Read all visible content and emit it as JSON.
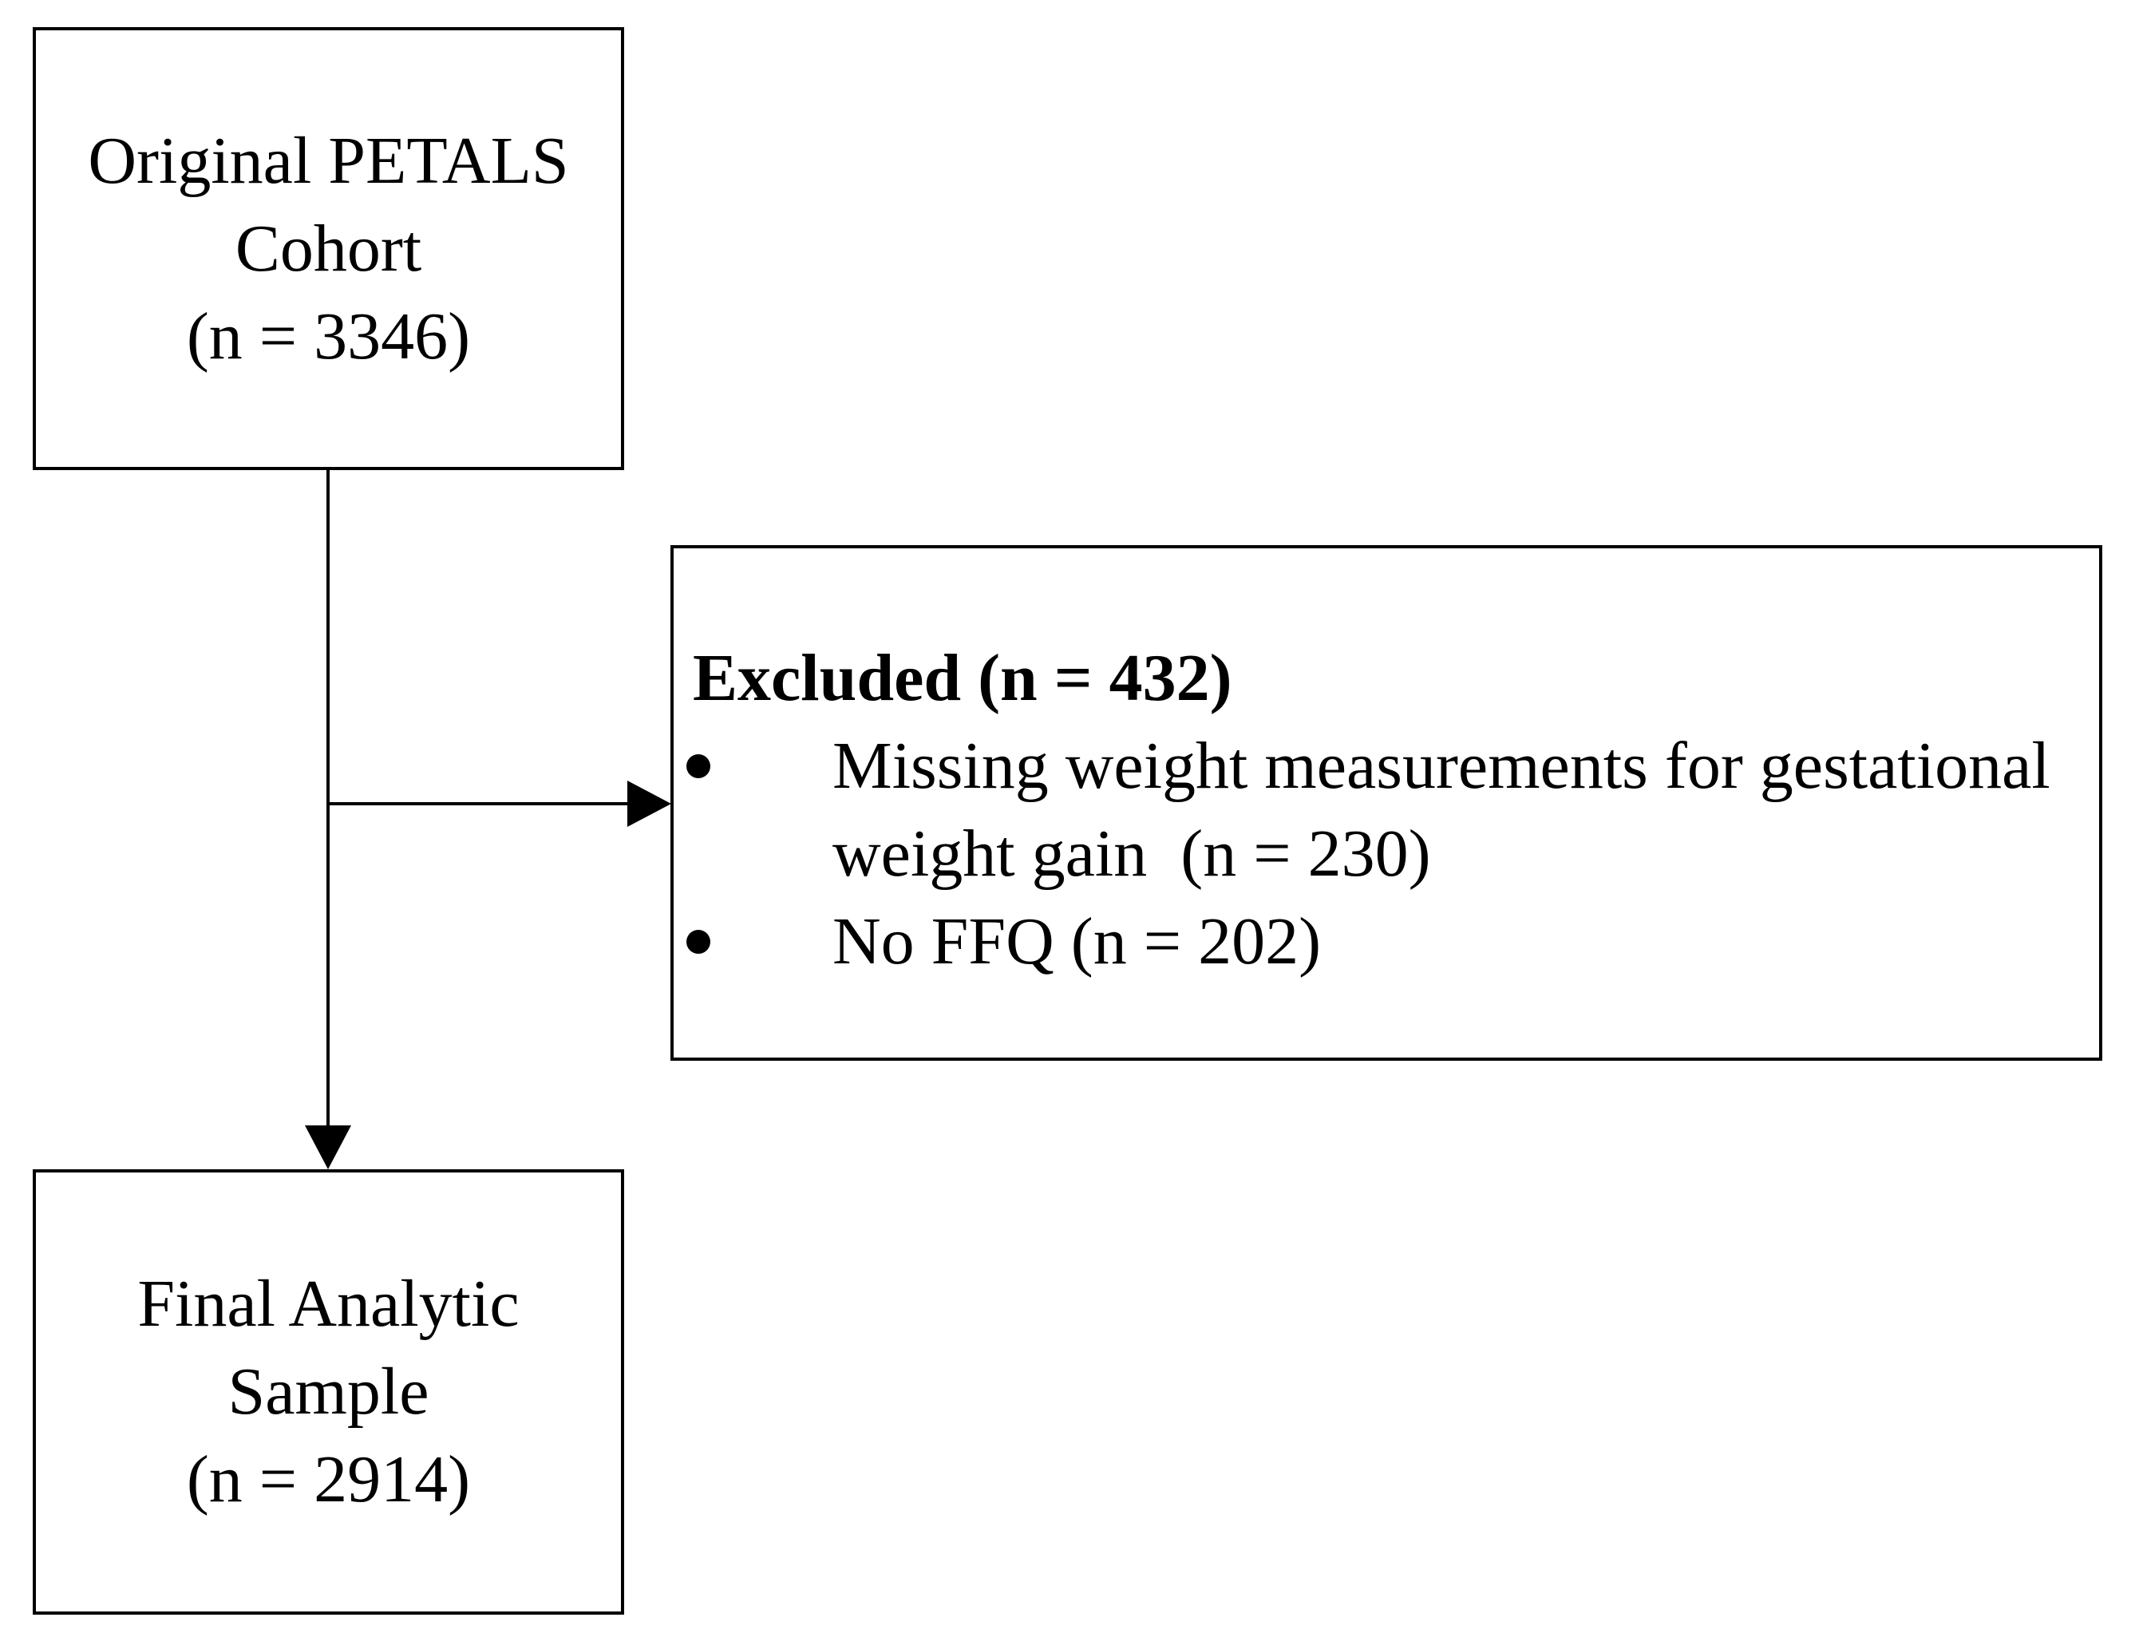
{
  "page": {
    "background_color": "#ffffff",
    "ink_color": "#000000"
  },
  "flow": {
    "original_cohort": {
      "line1": "Original PETALS",
      "line2": "Cohort",
      "line3": "(n = 3346)"
    },
    "excluded": {
      "heading": "Excluded (n = 432)",
      "bullets": [
        {
          "text": "Missing weight measurements for gestational\nweight gain  (n = 230)"
        },
        {
          "text": "No FFQ (n = 202)"
        }
      ]
    },
    "final_sample": {
      "line1": "Final Analytic",
      "line2": "Sample",
      "line3": "(n = 2914)"
    }
  }
}
